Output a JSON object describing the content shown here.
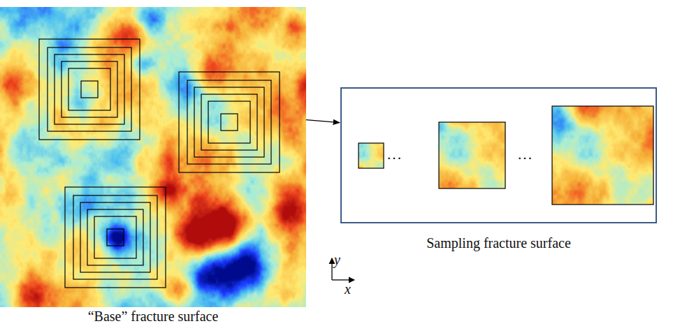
{
  "diagram": {
    "nodes": [
      {
        "text": [
          "“Base” fracture surface"
        ]
      },
      {
        "text": [
          "Sampling fracture surface"
        ]
      }
    ],
    "edges": [
      {
        "from": 0,
        "to": 1,
        "arrow": "to"
      }
    ],
    "labels": [
      "···",
      "···",
      "y",
      "x"
    ]
  }
}
